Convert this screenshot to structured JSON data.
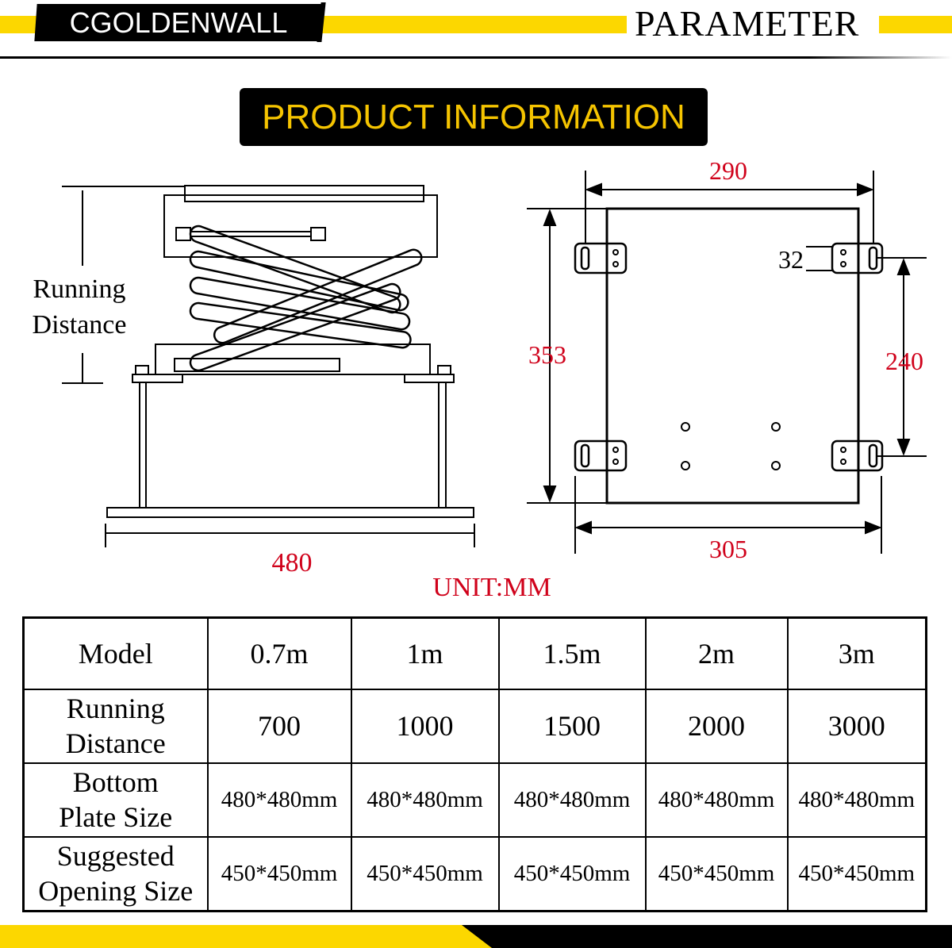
{
  "header": {
    "brand": "CGOLDENWALL",
    "title": "PARAMETER"
  },
  "section_title": "PRODUCT INFORMATION",
  "side_diagram": {
    "running_label_1": "Running",
    "running_label_2": "Distance",
    "width": "480"
  },
  "top_diagram": {
    "width_top": "290",
    "width_bottom": "305",
    "height": "353",
    "hole_spacing": "240",
    "slot": "32"
  },
  "unit": "UNIT:MM",
  "table": {
    "rows": [
      {
        "label": [
          "Model"
        ],
        "cells": [
          "0.7m",
          "1m",
          "1.5m",
          "2m",
          "3m"
        ]
      },
      {
        "label": [
          "Running",
          "Distance"
        ],
        "cells": [
          "700",
          "1000",
          "1500",
          "2000",
          "3000"
        ]
      },
      {
        "label": [
          "Bottom",
          "Plate Size"
        ],
        "cells": [
          "480*480mm",
          "480*480mm",
          "480*480mm",
          "480*480mm",
          "480*480mm"
        ]
      },
      {
        "label": [
          "Suggested",
          "Opening Size"
        ],
        "cells": [
          "450*450mm",
          "450*450mm",
          "450*450mm",
          "450*450mm",
          "450*450mm"
        ]
      }
    ]
  },
  "colors": {
    "yellow": "#fcd700",
    "dimension_red": "#d0021b",
    "title_yellow": "#f5c400"
  }
}
